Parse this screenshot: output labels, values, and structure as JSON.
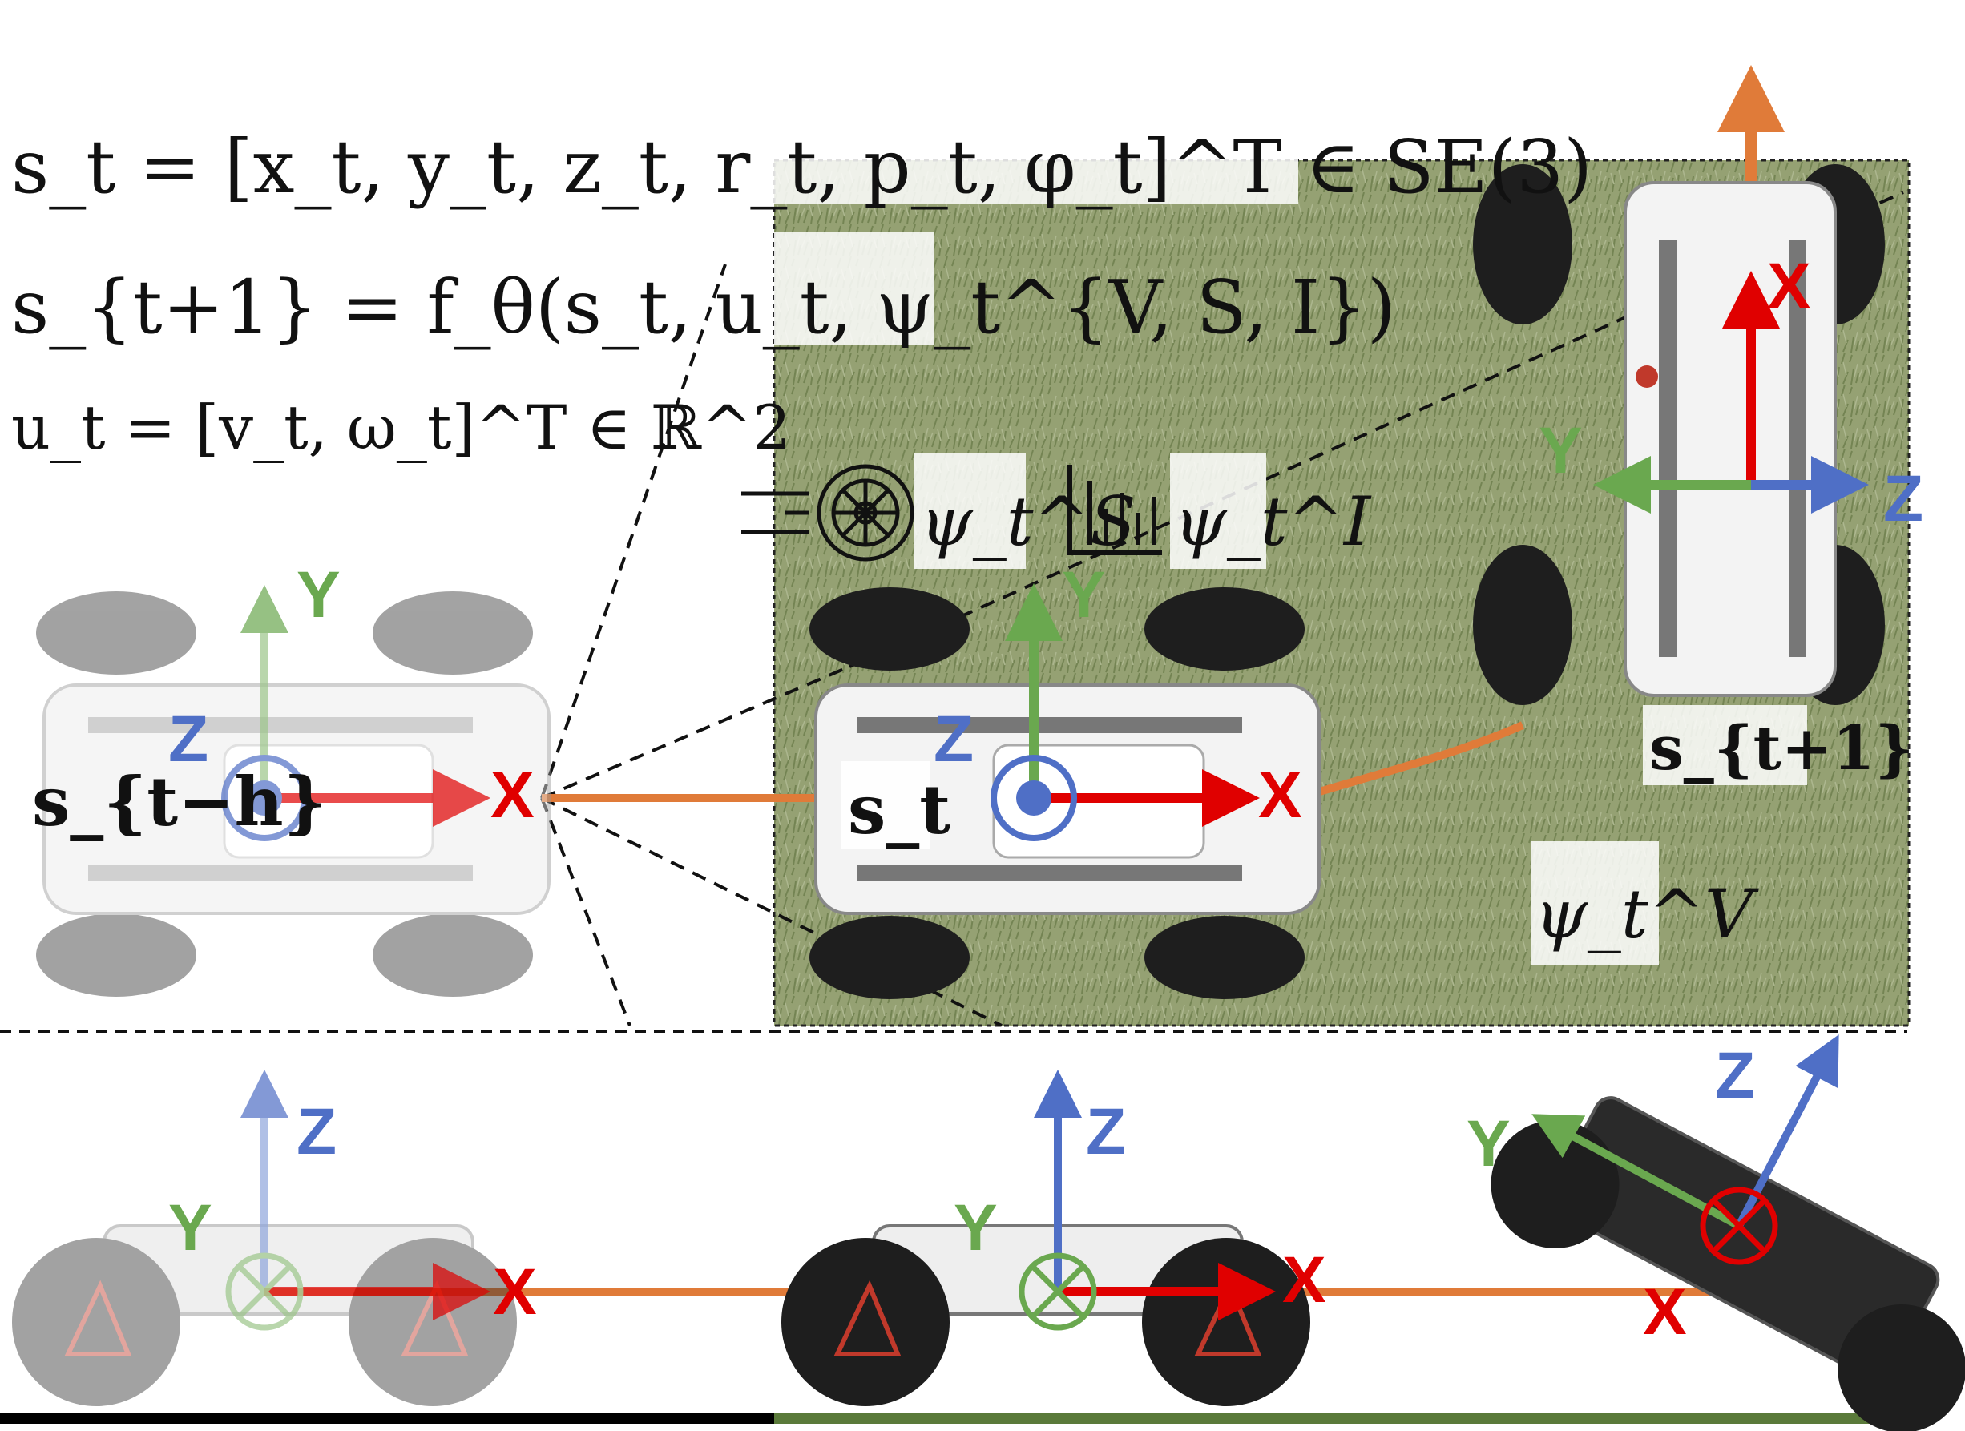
{
  "equations": {
    "state": "s_t = [x_t, y_t, z_t, r_t, p_t, φ_t]^T ∈ SE(3)",
    "dynamics": "s_{t+1} = f_θ(s_t, u_t, ψ_t^{V, S, I})",
    "control": "u_t = [v_t, ω_t]^T ∈ ℝ^2"
  },
  "state_labels": {
    "past": "s_{t−h}",
    "current": "s_t",
    "next": "s_{t+1}"
  },
  "modality_labels": {
    "speed": "ψ_t^S",
    "imu": "ψ_t^I",
    "vision": "ψ_t^V"
  },
  "axis_labels": {
    "x": "X",
    "y": "Y",
    "z": "Z"
  },
  "colors": {
    "x_axis": "#e00000",
    "y_axis": "#6aa84f",
    "z_axis": "#4f6fc6",
    "trajectory": "#e07b39",
    "grass_ground": "#5a7a3a",
    "flat_ground": "#000000",
    "grass_patch": "#8a9a6a"
  },
  "icons": [
    "wheel-speed-icon",
    "imu-signal-icon"
  ]
}
